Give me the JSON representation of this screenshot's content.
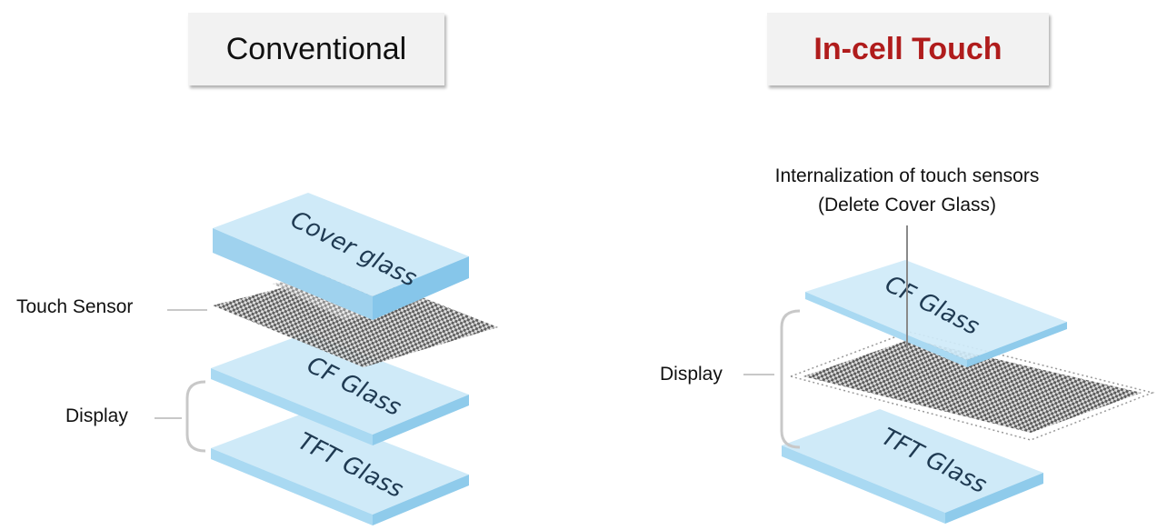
{
  "conventional": {
    "title": "Conventional",
    "layers": {
      "cover": "Cover glass",
      "cf": "CF Glass",
      "tft": "TFT Glass"
    },
    "labels": {
      "touch_sensor": "Touch Sensor",
      "display": "Display"
    }
  },
  "incell": {
    "title": "In-cell Touch",
    "caption_line1": "Internalization of touch sensors",
    "caption_line2": "(Delete Cover Glass)",
    "layers": {
      "cf": "CF Glass",
      "tft": "TFT Glass"
    },
    "labels": {
      "display": "Display"
    }
  },
  "colors": {
    "glass_top": "#cfeaf8",
    "glass_side": "#9fd2ee",
    "sensor": "#4d4d4d",
    "incell_title": "#b01c1c"
  }
}
